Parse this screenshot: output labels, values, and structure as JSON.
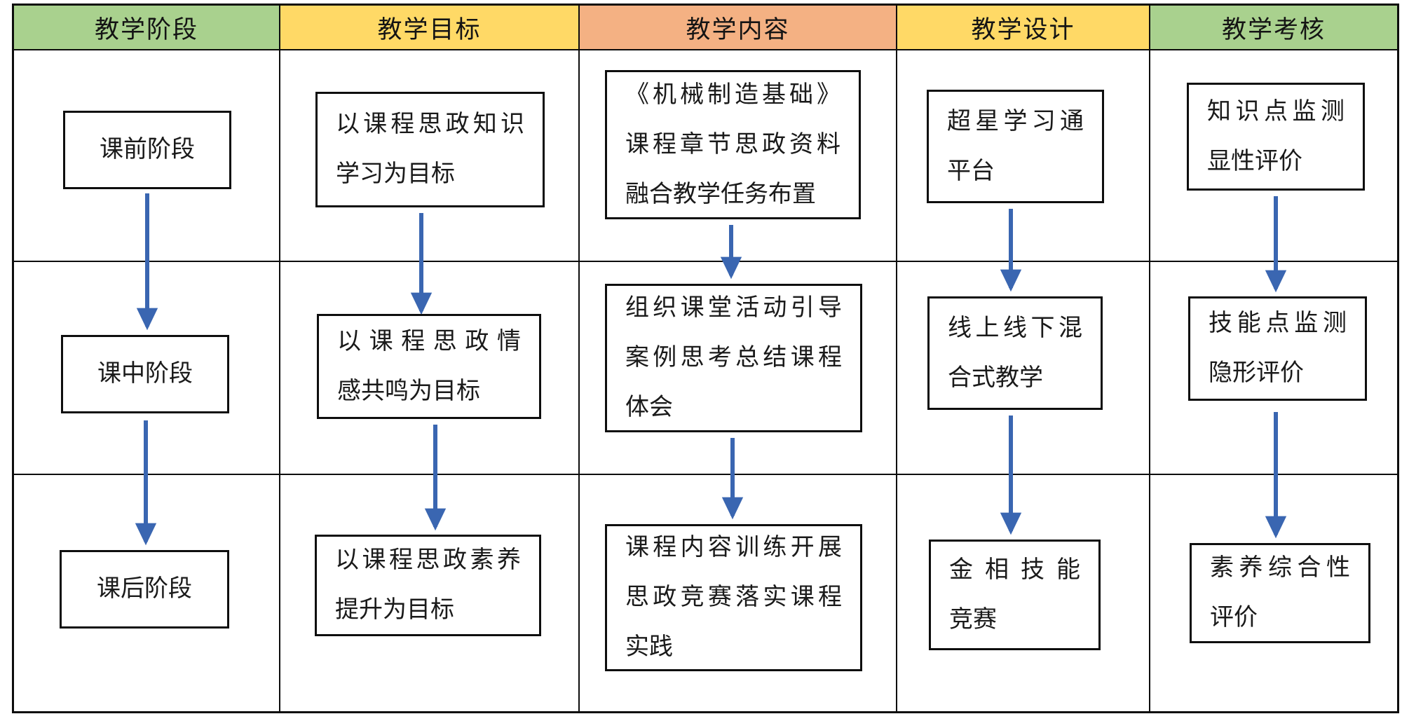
{
  "diagram": {
    "title": "course-ideology-teaching-process-flow",
    "border_color": "#0d0d0d",
    "arrow_color": "#3A66B1",
    "columns": [
      {
        "header": "教学阶段",
        "header_color": "#A9D18E",
        "boxes": [
          {
            "lines": [
              "课前阶段"
            ]
          },
          {
            "lines": [
              "课中阶段"
            ]
          },
          {
            "lines": [
              "课后阶段"
            ]
          }
        ]
      },
      {
        "header": "教学目标",
        "header_color": "#FFD966",
        "boxes": [
          {
            "lines": [
              "以课程思政知识",
              "学习为目标"
            ]
          },
          {
            "lines": [
              "以课程思政情",
              "感共鸣为目标"
            ]
          },
          {
            "lines": [
              "以课程思政素养",
              "提升为目标"
            ]
          }
        ]
      },
      {
        "header": "教学内容",
        "header_color": "#F4B183",
        "boxes": [
          {
            "lines": [
              "《机械制造基础》",
              "课程章节思政资料",
              "融合教学任务布置"
            ]
          },
          {
            "lines": [
              "组织课堂活动引导",
              "案例思考总结课程",
              "体会"
            ]
          },
          {
            "lines": [
              "课程内容训练开展",
              "思政竞赛落实课程",
              "实践"
            ]
          }
        ]
      },
      {
        "header": "教学设计",
        "header_color": "#FFD966",
        "boxes": [
          {
            "lines": [
              "超星学习通",
              "平台"
            ]
          },
          {
            "lines": [
              "线上线下混",
              "合式教学"
            ]
          },
          {
            "lines": [
              "金相技能",
              "竞赛"
            ]
          }
        ]
      },
      {
        "header": "教学考核",
        "header_color": "#A9D18E",
        "boxes": [
          {
            "lines": [
              "知识点监测",
              "显性评价"
            ]
          },
          {
            "lines": [
              "技能点监测",
              "隐形评价"
            ]
          },
          {
            "lines": [
              "素养综合性",
              "评价"
            ]
          }
        ]
      }
    ]
  }
}
